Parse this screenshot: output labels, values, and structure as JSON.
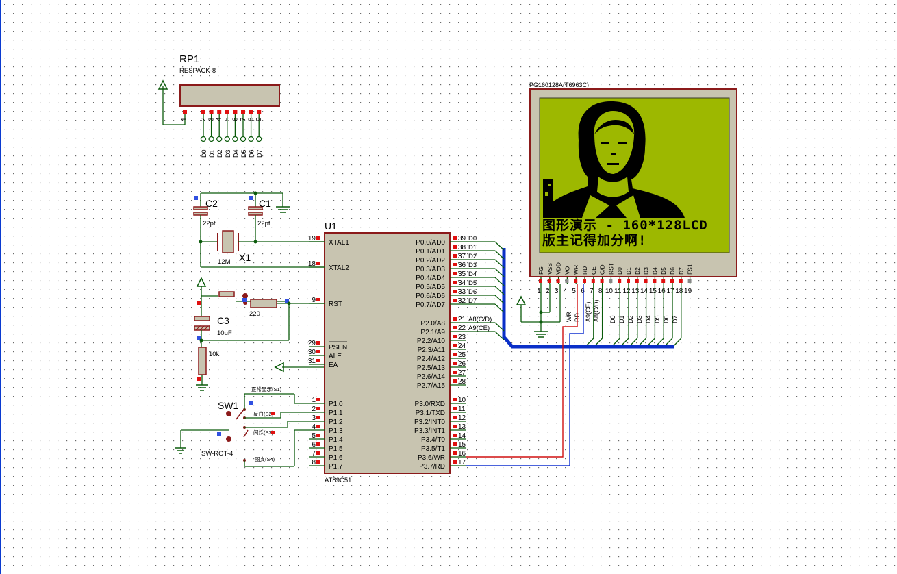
{
  "rp1": {
    "ref": "RP1",
    "value": "RESPACK-8",
    "pins": [
      "1",
      "2",
      "3",
      "4",
      "5",
      "6",
      "7",
      "8",
      "9"
    ],
    "nets": [
      "D0",
      "D1",
      "D2",
      "D3",
      "D4",
      "D5",
      "D6",
      "D7"
    ]
  },
  "u1": {
    "ref": "U1",
    "part": "AT89C51",
    "left_pins": [
      {
        "num": "19",
        "name": "XTAL1"
      },
      {
        "num": "18",
        "name": "XTAL2"
      },
      {
        "num": "9",
        "name": "RST"
      },
      {
        "num": "29",
        "name": "PSEN"
      },
      {
        "num": "30",
        "name": "ALE"
      },
      {
        "num": "31",
        "name": "EA"
      },
      {
        "num": "1",
        "name": "P1.0"
      },
      {
        "num": "2",
        "name": "P1.1"
      },
      {
        "num": "3",
        "name": "P1.2"
      },
      {
        "num": "4",
        "name": "P1.3"
      },
      {
        "num": "5",
        "name": "P1.4"
      },
      {
        "num": "6",
        "name": "P1.5"
      },
      {
        "num": "7",
        "name": "P1.6"
      },
      {
        "num": "8",
        "name": "P1.7"
      }
    ],
    "right_pins": [
      {
        "num": "39",
        "name": "P0.0/AD0",
        "net": "D0"
      },
      {
        "num": "38",
        "name": "P0.1/AD1",
        "net": "D1"
      },
      {
        "num": "37",
        "name": "P0.2/AD2",
        "net": "D2"
      },
      {
        "num": "36",
        "name": "P0.3/AD3",
        "net": "D3"
      },
      {
        "num": "35",
        "name": "P0.4/AD4",
        "net": "D4"
      },
      {
        "num": "34",
        "name": "P0.5/AD5",
        "net": "D5"
      },
      {
        "num": "33",
        "name": "P0.6/AD6",
        "net": "D6"
      },
      {
        "num": "32",
        "name": "P0.7/AD7",
        "net": "D7"
      },
      {
        "num": "21",
        "name": "P2.0/A8",
        "net": "A8(C/D)"
      },
      {
        "num": "22",
        "name": "P2.1/A9",
        "net": "A9(CE)"
      },
      {
        "num": "23",
        "name": "P2.2/A10",
        "net": ""
      },
      {
        "num": "24",
        "name": "P2.3/A11",
        "net": ""
      },
      {
        "num": "25",
        "name": "P2.4/A12",
        "net": ""
      },
      {
        "num": "26",
        "name": "P2.5/A13",
        "net": ""
      },
      {
        "num": "27",
        "name": "P2.6/A14",
        "net": ""
      },
      {
        "num": "28",
        "name": "P2.7/A15",
        "net": ""
      },
      {
        "num": "10",
        "name": "P3.0/RXD",
        "net": ""
      },
      {
        "num": "11",
        "name": "P3.1/TXD",
        "net": ""
      },
      {
        "num": "12",
        "name": "P3.2/INT0",
        "net": ""
      },
      {
        "num": "13",
        "name": "P3.3/INT1",
        "net": ""
      },
      {
        "num": "14",
        "name": "P3.4/T0",
        "net": ""
      },
      {
        "num": "15",
        "name": "P3.5/T1",
        "net": ""
      },
      {
        "num": "16",
        "name": "P3.6/WR",
        "net": ""
      },
      {
        "num": "17",
        "name": "P3.7/RD",
        "net": ""
      }
    ]
  },
  "c1": {
    "ref": "C1",
    "value": "22pf"
  },
  "c2": {
    "ref": "C2",
    "value": "22pf"
  },
  "x1": {
    "ref": "X1",
    "value": "12M"
  },
  "c3": {
    "ref": "C3",
    "value": "10uF"
  },
  "r_rst": {
    "value": "220"
  },
  "r_pull": {
    "value": "10k"
  },
  "sw1": {
    "ref": "SW1",
    "value": "SW-ROT-4",
    "positions": [
      "正常显示(S1)",
      "反白(S2)",
      "闪烁(S3)",
      "图文(S4)"
    ]
  },
  "lcd": {
    "part": "PG160128A(T6963C)",
    "pin_names": [
      "FG",
      "VSS",
      "VDD",
      "VO",
      "WR",
      "RD",
      "CE",
      "C/D",
      "RST",
      "D0",
      "D1",
      "D2",
      "D3",
      "D4",
      "D5",
      "D6",
      "D7",
      "FS1"
    ],
    "pin_nums": [
      "1",
      "2",
      "3",
      "4",
      "5",
      "6",
      "7",
      "8",
      "10",
      "11",
      "12",
      "13",
      "14",
      "15",
      "16",
      "17",
      "18",
      "19"
    ],
    "net_labels": [
      "WR",
      "RD",
      "A9(CE)",
      "A8(C/D)",
      "D0",
      "D1",
      "D2",
      "D3",
      "D4",
      "D5",
      "D6",
      "D7"
    ],
    "screen_line1": "图形演示 - 160*128LCD",
    "screen_line2": "版主记得加分啊!",
    "screen_color": "#9db800",
    "photo_desc_icon": "portrait-photo"
  },
  "colors": {
    "component_border": "#8b1a1a",
    "component_fill": "#c8c4b0",
    "wire": "#0a5a0a",
    "bus": "#0a2fc8",
    "wr_line": "#d01010",
    "rd_line": "#1030d0",
    "pin_marker": "#e01010"
  }
}
